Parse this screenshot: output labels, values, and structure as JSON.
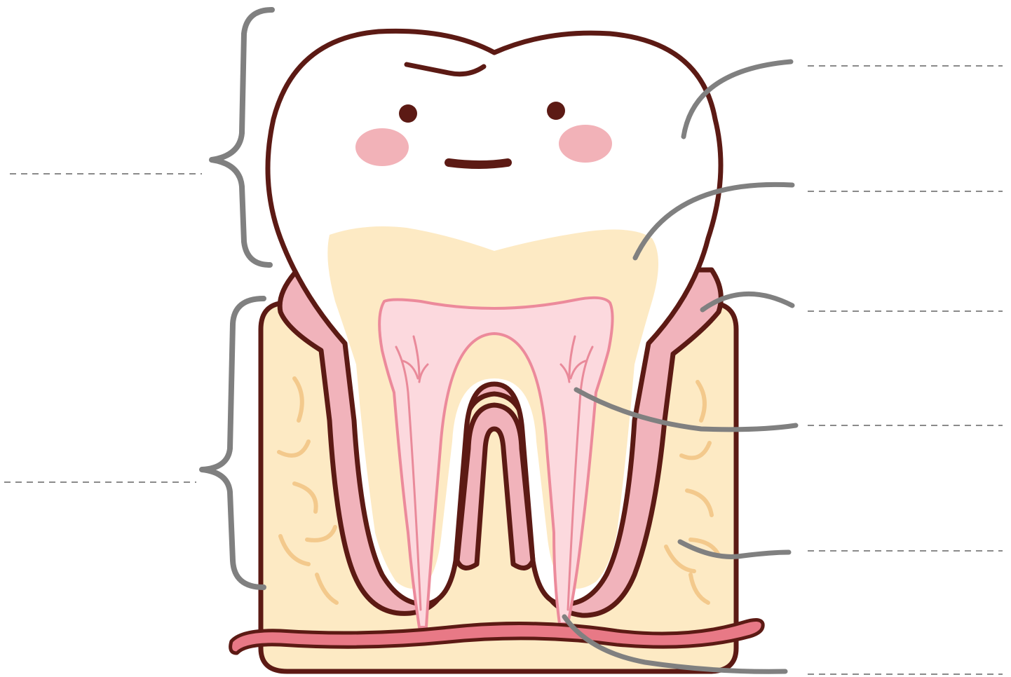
{
  "diagram": {
    "kind": "tooth-anatomy-labelling-worksheet",
    "colors": {
      "outline": "#5c1a14",
      "enamel": "#ffffff",
      "dentin": "#fdeac4",
      "pulp": "#fcd9de",
      "pulp_edge": "#ec8a9b",
      "gum": "#f1b3bb",
      "bone": "#fdeac4",
      "bone_marks": "#f3c98c",
      "blood_vessel": "#e87986",
      "cheeks": "#f2b2b8",
      "leader_lines": "#808080",
      "answer_lines": "#8a8a8a"
    },
    "left_label_blanks": [
      {
        "region": "upper-bracket",
        "text": ""
      },
      {
        "region": "lower-bracket",
        "text": ""
      }
    ],
    "right_label_blanks": [
      {
        "points_to": "enamel",
        "text": ""
      },
      {
        "points_to": "dentin",
        "text": ""
      },
      {
        "points_to": "gum",
        "text": ""
      },
      {
        "points_to": "pulp",
        "text": ""
      },
      {
        "points_to": "bone",
        "text": ""
      },
      {
        "points_to": "blood-vessel",
        "text": ""
      }
    ]
  }
}
